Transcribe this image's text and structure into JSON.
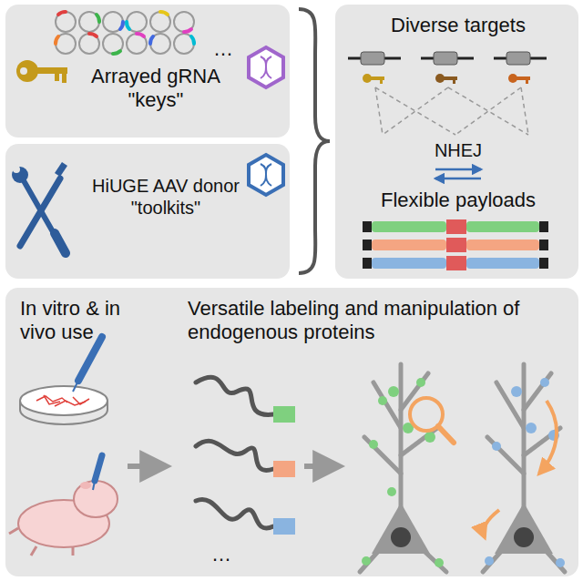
{
  "diagram": {
    "nodes": [
      {
        "text": [
          "…",
          "Arrayed gRNA \"keys\""
        ]
      },
      {
        "text": [
          "HiUGE AAV donor \"toolkits\""
        ]
      },
      {
        "text": [
          "Diverse targets",
          "NHEJ",
          "Flexible payloads"
        ]
      },
      {
        "text": [
          "In vitro & in vivo use",
          "Versatile labeling and manipulation of endogenous proteins",
          "…"
        ]
      }
    ]
  }
}
